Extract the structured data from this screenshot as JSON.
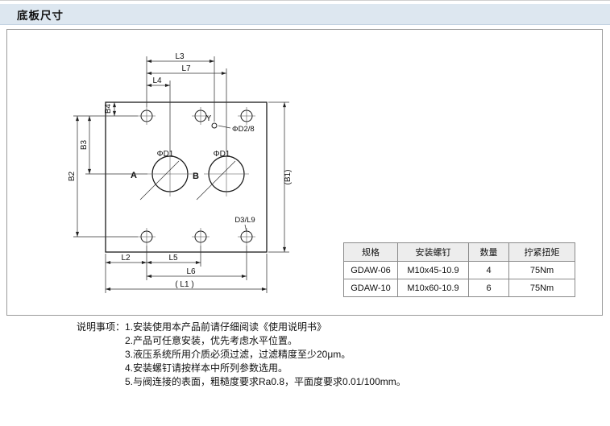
{
  "header": {
    "title": "底板尺寸",
    "bar_color": "#dde7f0"
  },
  "drawing": {
    "labels": {
      "L1": "( L1 )",
      "L2": "L2",
      "L3": "L3",
      "L4": "L4",
      "L5": "L5",
      "L6": "L6",
      "L7": "L7",
      "B1": "(B1)",
      "B2": "B2",
      "B3": "B3",
      "B4": "B4",
      "D1a": "ΦD1",
      "D1b": "ΦD1",
      "D2": "ΦD2/8",
      "D3": "D3/L9",
      "A": "A",
      "B": "B",
      "Y": "Y"
    }
  },
  "table": {
    "headers": [
      "规格",
      "安装螺钉",
      "数量",
      "拧紧扭矩"
    ],
    "rows": [
      [
        "GDAW-06",
        "M10x45-10.9",
        "4",
        "75Nm"
      ],
      [
        "GDAW-10",
        "M10x60-10.9",
        "6",
        "75Nm"
      ]
    ]
  },
  "notes": {
    "label": "说明事项：",
    "items": [
      "1.安装使用本产品前请仔细阅读《使用说明书》",
      "2.产品可任意安装，优先考虑水平位置。",
      "3.液压系统所用介质必须过滤，过滤精度至少20μm。",
      "4.安装螺钉请按样本中所列参数选用。",
      "5.与阀连接的表面，粗糙度要求Ra0.8，平面度要求0.01/100mm。"
    ]
  }
}
